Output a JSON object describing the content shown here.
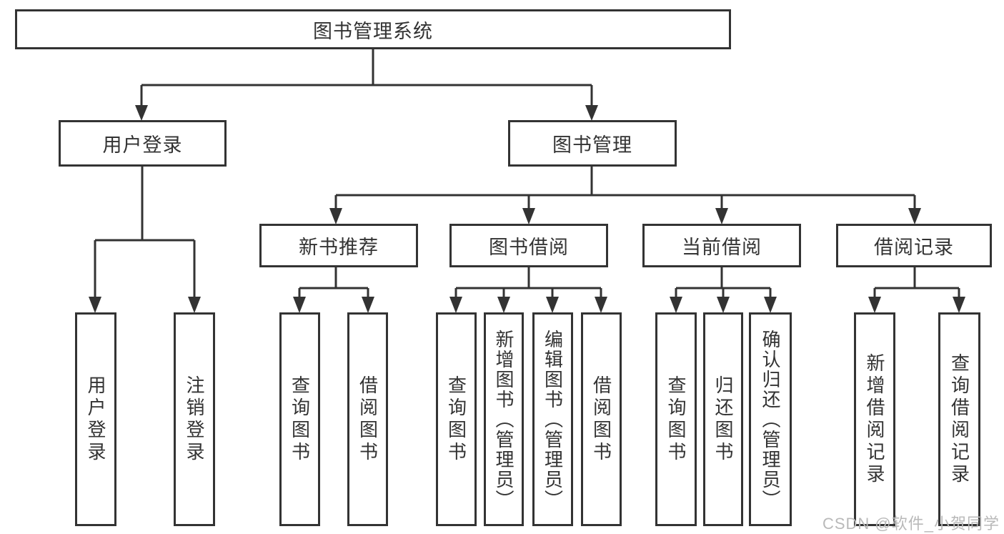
{
  "colors": {
    "line": "#333333",
    "box_border": "#333333",
    "box_background": "#ffffff",
    "text": "#333333",
    "watermark": "#b9b9b9",
    "page_background": "#ffffff"
  },
  "watermark": {
    "text": "CSDN @软件_小贺同学"
  },
  "tree": {
    "root": "图书管理系统",
    "children": [
      {
        "label": "用户登录",
        "children": [
          "用户登录",
          "注销登录"
        ]
      },
      {
        "label": "图书管理",
        "children": [
          {
            "label": "新书推荐",
            "children": [
              "查询图书",
              "借阅图书"
            ]
          },
          {
            "label": "图书借阅",
            "children": [
              "查询图书",
              "新增图书（管理员）",
              "编辑图书（管理员）",
              "借阅图书"
            ]
          },
          {
            "label": "当前借阅",
            "children": [
              "查询图书",
              "归还图书",
              "确认归还（管理员）"
            ]
          },
          {
            "label": "借阅记录",
            "children": [
              "新增借阅记录",
              "查询借阅记录"
            ]
          }
        ]
      }
    ]
  }
}
